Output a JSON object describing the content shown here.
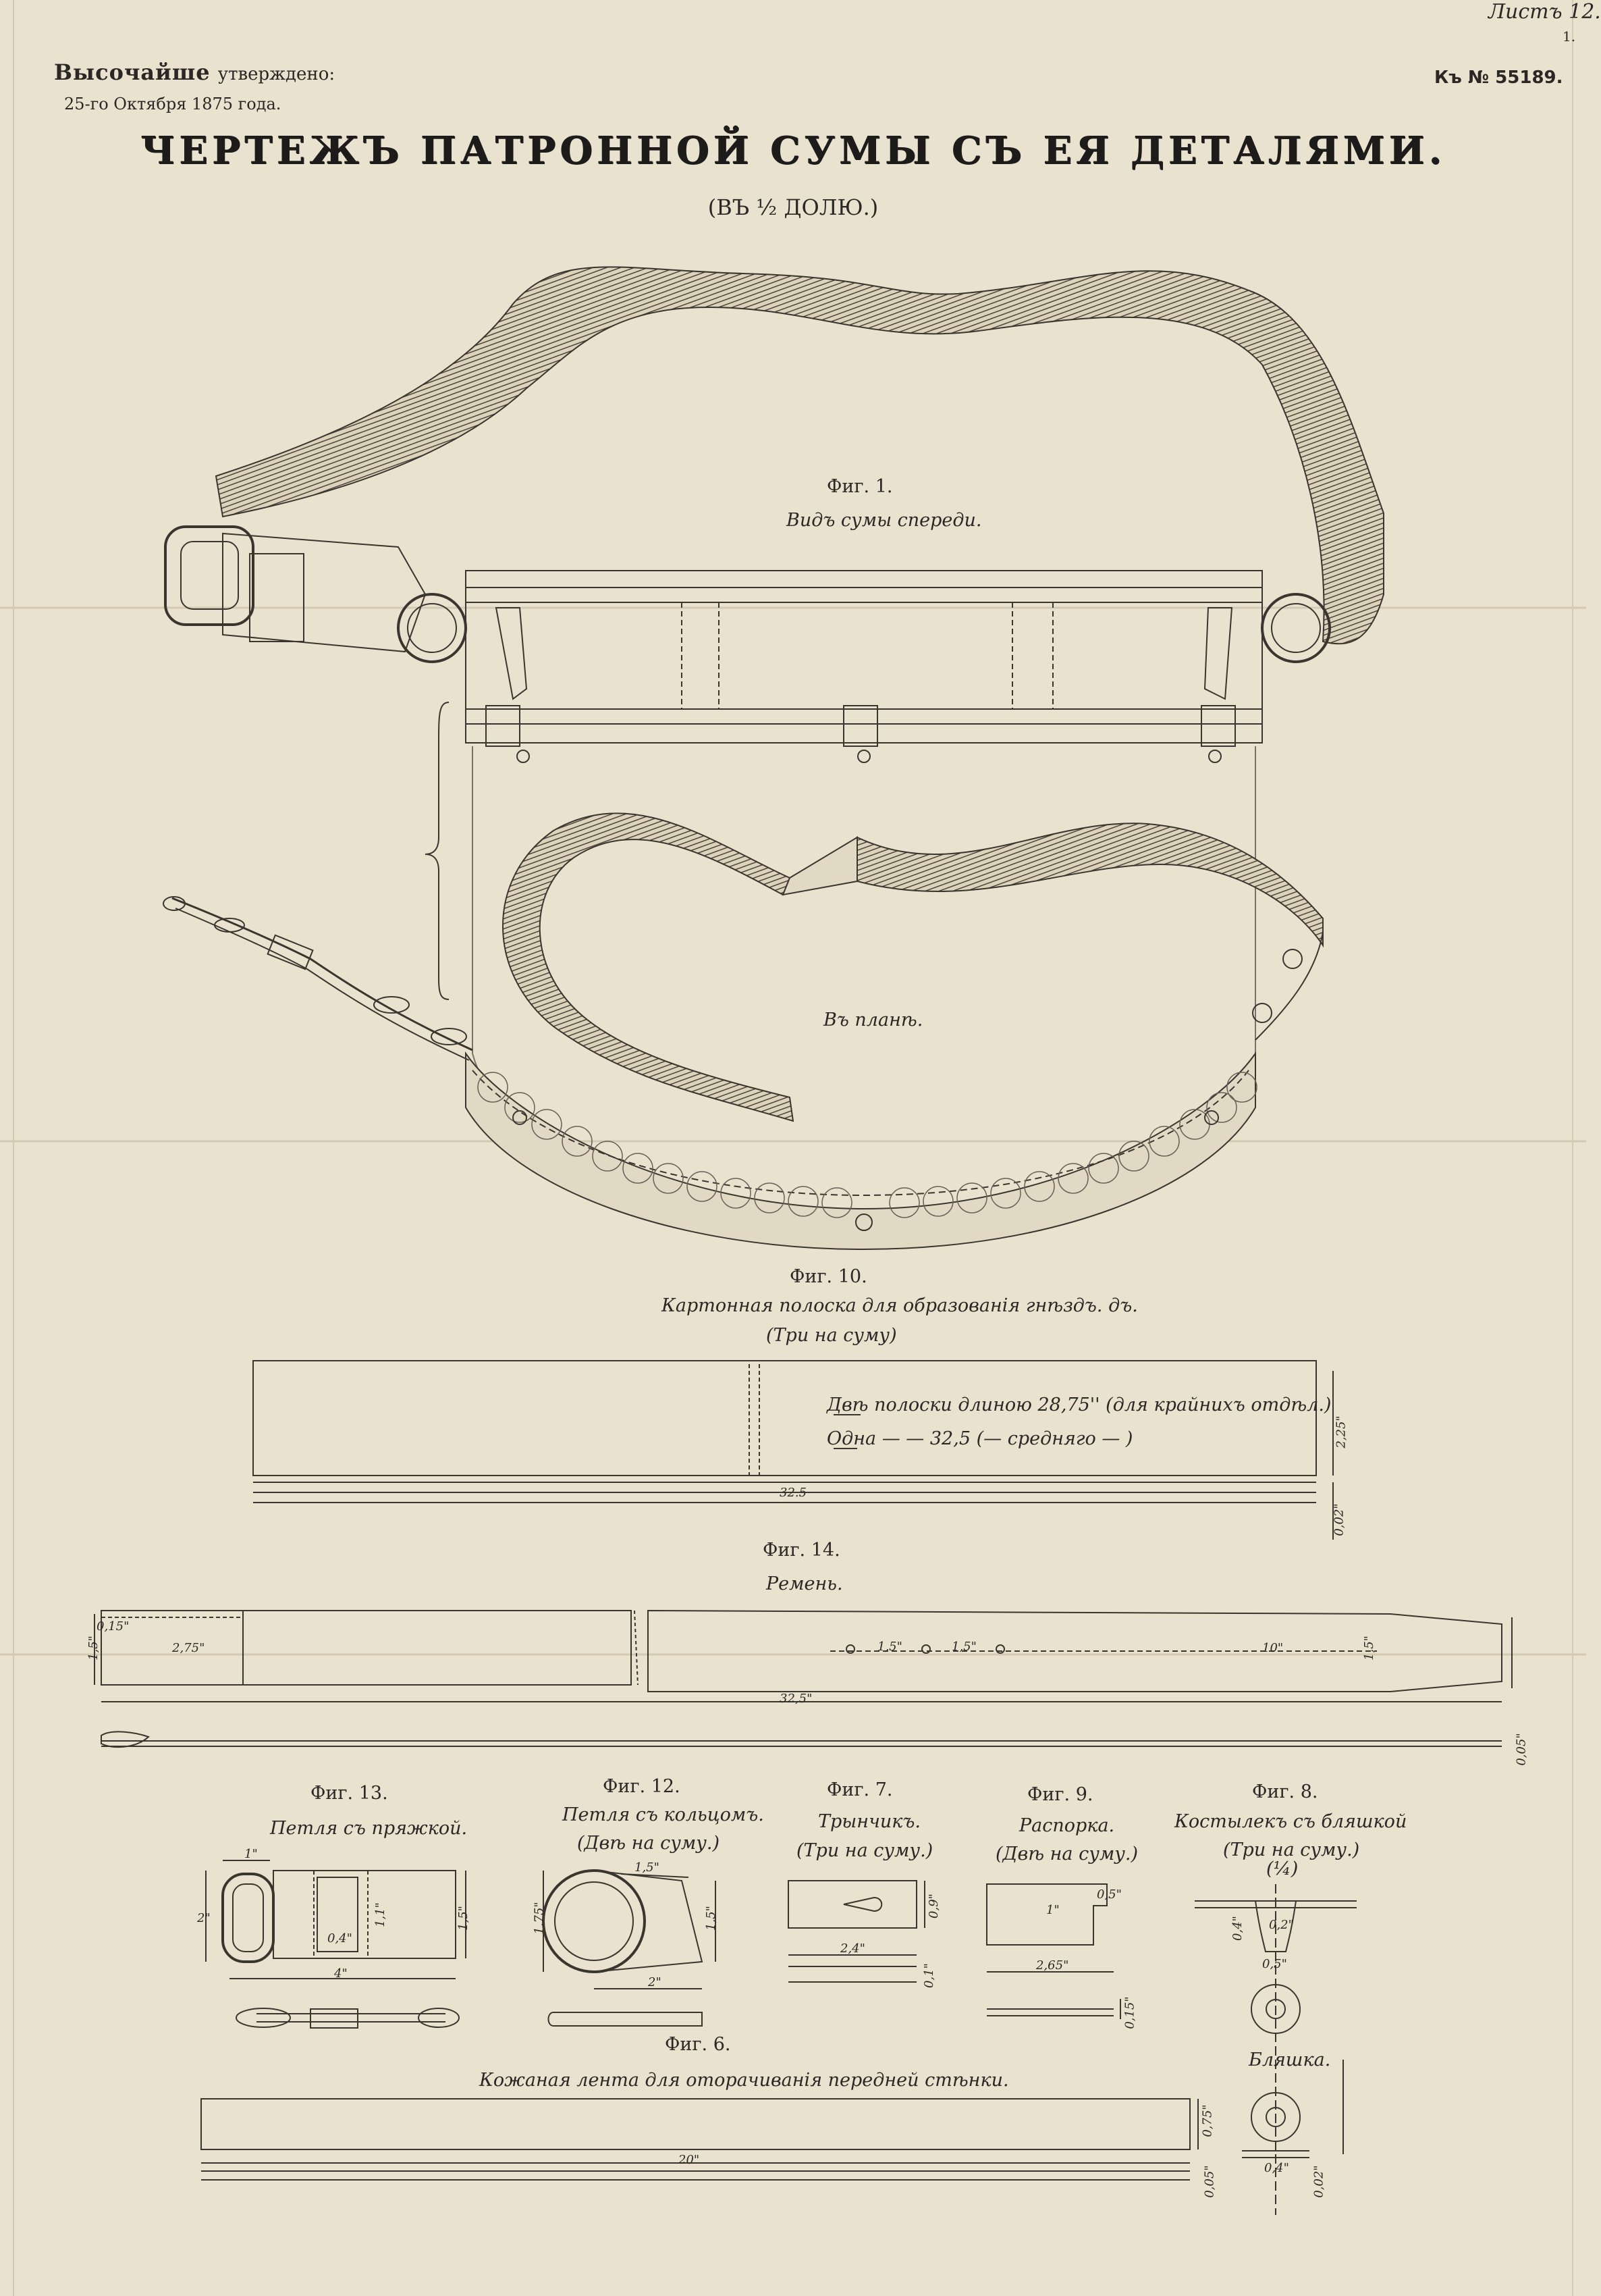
{
  "header": {
    "sheet_number": "Листъ 12.",
    "sheet_sub": "1.",
    "approved_label": "Высочайше",
    "approved_word": "утверждено:",
    "approved_date": "25-го Октября 1875 года.",
    "reference": "Къ № 55189.",
    "title": "ЧЕРТЕЖЪ ПАТРОННОЙ СУМЫ СЪ ЕЯ ДЕТАЛЯМИ.",
    "scale": "(ВЪ ½ ДОЛЮ.)"
  },
  "fig1": {
    "label": "Фиг. 1.",
    "caption_front": "Видъ сумы спереди.",
    "caption_plan": "Въ планѣ."
  },
  "fig10": {
    "label": "Фиг. 10.",
    "caption": "Картонная полоска для образованія гнѣздъ. дъ.",
    "sub": "(Три на суму)",
    "note1": "Двѣ полоски длиною 28,75'' (для крайнихъ отдѣл.)",
    "note2": "Одна — — 32,5 (— средняго — )",
    "dim_len": "32.5",
    "dim_h": "2,25\"",
    "dim_t": "0,02\""
  },
  "fig14": {
    "label": "Фиг. 14.",
    "caption": "Ремень.",
    "dim_a": "0,15\"",
    "dim_b": "2,75\"",
    "dim_c": "1,5\"",
    "dim_d": "1,5\"",
    "dim_e": "1,5\"",
    "dim_f": "10\"",
    "dim_g": "1,5\"",
    "dim_len": "32,5\"",
    "dim_t": "0,05\""
  },
  "fig13": {
    "label": "Фиг. 13.",
    "caption": "Петля съ пряжкой.",
    "dim_1": "1\"",
    "dim_2": "2\"",
    "dim_3": "0,4\"",
    "dim_4": "1,1\"",
    "dim_5": "4\"",
    "dim_6": "1,5\""
  },
  "fig12": {
    "label": "Фиг. 12.",
    "caption": "Петля съ кольцомъ.",
    "sub": "(Двѣ на суму.)",
    "dim_1": "1,5\"",
    "dim_2": "1,75\"",
    "dim_3": "1,5\"",
    "dim_4": "2\""
  },
  "fig7": {
    "label": "Фиг. 7.",
    "caption": "Трынчикъ.",
    "sub": "(Три на суму.)",
    "dim_1": "0,9\"",
    "dim_2": "2,4\"",
    "dim_3": "0,1\""
  },
  "fig9": {
    "label": "Фиг. 9.",
    "caption": "Распорка.",
    "sub": "(Двѣ на суму.)",
    "dim_1": "1\"",
    "dim_2": "0,5\"",
    "dim_3": "2,65\"",
    "dim_4": "0,15\""
  },
  "fig8": {
    "label": "Фиг. 8.",
    "caption": "Костылекъ съ бляшкой",
    "sub": "(Три на суму.)",
    "sub2": "(¼)",
    "caption_plate": "Бляшка.",
    "dim_1": "0,5\"",
    "dim_2": "0,4\"",
    "dim_3": "0,2\"",
    "dim_4": "0,4\"",
    "dim_5": "0,02\""
  },
  "fig6": {
    "label": "Фиг. 6.",
    "caption": "Кожаная лента для оторачиванія передней стѣнки.",
    "dim_len": "20\"",
    "dim_h": "0,75\"",
    "dim_t": "0,05\""
  }
}
